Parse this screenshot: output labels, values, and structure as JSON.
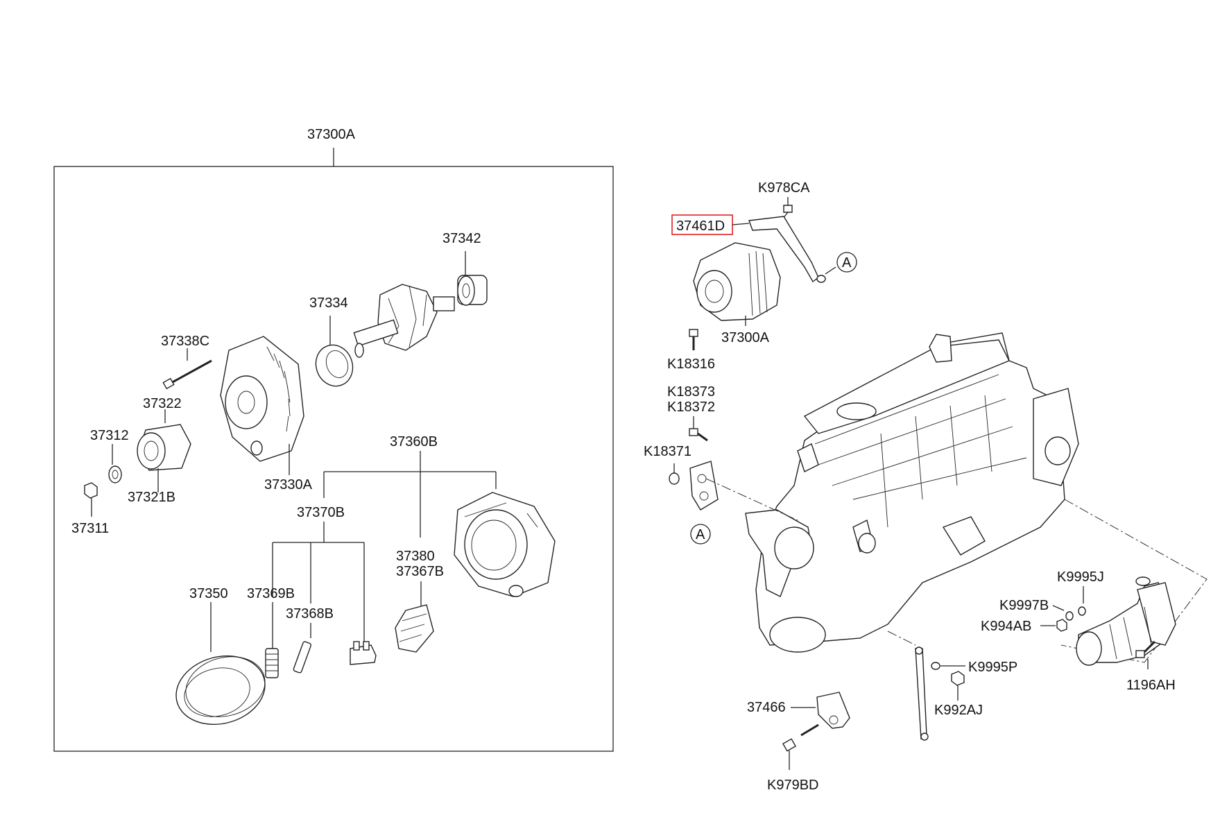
{
  "diagram": {
    "labels": {
      "assy_top": "37300A",
      "p37342": "37342",
      "p37334": "37334",
      "p37338C": "37338C",
      "p37322": "37322",
      "p37312": "37312",
      "p37321B": "37321B",
      "p37311": "37311",
      "p37330A": "37330A",
      "p37360B": "37360B",
      "p37370B": "37370B",
      "p37380": "37380",
      "p37367B": "37367B",
      "p37350": "37350",
      "p37369B": "37369B",
      "p37368B": "37368B",
      "pK978CA": "K978CA",
      "p37461D": "37461D",
      "pA1": "A",
      "p37300A_eng": "37300A",
      "pK18316": "K18316",
      "pK18373": "K18373",
      "pK18372": "K18372",
      "pK18371": "K18371",
      "pA2": "A",
      "pK9995J": "K9995J",
      "pK9997B": "K9997B",
      "pK994AB": "K994AB",
      "pK9995P": "K9995P",
      "p1196AH": "1196AH",
      "p37466": "37466",
      "pK992AJ": "K992AJ",
      "pK979BD": "K979BD"
    },
    "highlight_color": "#e02020"
  }
}
